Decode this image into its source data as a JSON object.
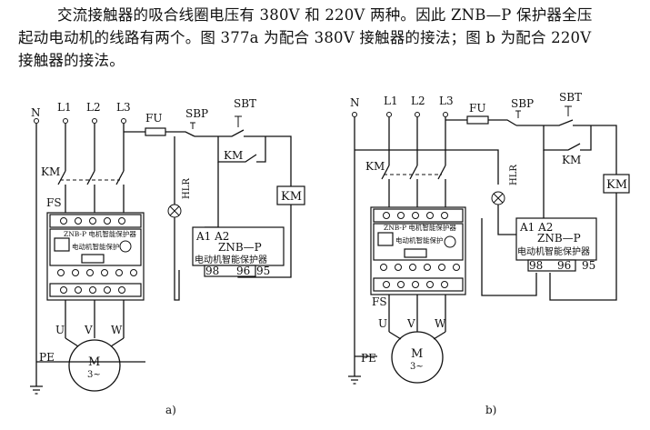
{
  "paragraph": {
    "line1": "交流接触器的吸合线圈电压有 380V 和 220V 两种。因此 ZNB—P 保护器全压",
    "line2": "起动电动机的线路有两个。图 377a 为配合 380V 接触器的接法；图 b 为配合 220V",
    "line3": "接触器的接法。"
  },
  "figure_a": {
    "caption": "a)",
    "terminals": {
      "n": "N",
      "l1": "L1",
      "l2": "L2",
      "l3": "L3"
    },
    "fuse": "FU",
    "stop_button": "SBP",
    "start_button": "SBT",
    "km_main": "KM",
    "km_aux": "KM",
    "km_coil": "KM",
    "lamp": "HLR",
    "fs": "FS",
    "module_header": "ZNB-P 电机智能保护器",
    "module_sub": "电动机智能保护",
    "protector": {
      "a1a2": "A1 A2",
      "model": "ZNB—P",
      "name": "电动机智能保护器",
      "t98": "98",
      "t96": "96",
      "t95": "95"
    },
    "motor": {
      "u": "U",
      "v": "V",
      "w": "W",
      "m": "M",
      "phase": "3~",
      "pe": "PE"
    }
  },
  "figure_b": {
    "caption": "b)",
    "terminals": {
      "n": "N",
      "l1": "L1",
      "l2": "L2",
      "l3": "L3"
    },
    "fuse": "FU",
    "stop_button": "SBP",
    "start_button": "SBT",
    "km_main": "KM",
    "km_aux": "KM",
    "km_coil": "KM",
    "lamp": "HLR",
    "fs": "FS",
    "module_header": "ZNB-P 电机智能保护器",
    "module_sub": "电动机智能保护",
    "protector": {
      "a1a2": "A1 A2",
      "model": "ZNB—P",
      "name": "电动机智能保护器",
      "t98": "98",
      "t96": "96",
      "t95": "95"
    },
    "motor": {
      "u": "U",
      "v": "V",
      "w": "W",
      "m": "M",
      "phase": "3~",
      "pe": "PE"
    }
  }
}
